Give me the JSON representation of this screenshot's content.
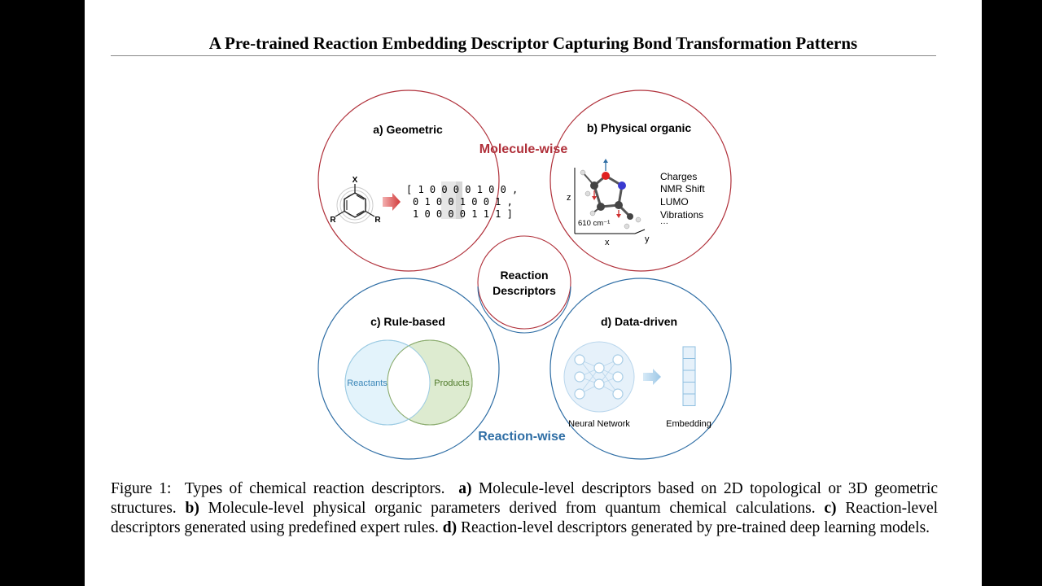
{
  "paper": {
    "title": "A Pre-trained Reaction Embedding Descriptor Capturing Bond Transformation Patterns"
  },
  "figure": {
    "molecule_wise": "Molecule-wise",
    "reaction_wise": "Reaction-wise",
    "center_line1": "Reaction",
    "center_line2": "Descriptors",
    "panel_a": {
      "title": "a) Geometric",
      "atom_x": "X",
      "atom_r1": "R",
      "atom_r2": "R",
      "fingerprint_rows": [
        "[ 1 0 0 0 0 1 0 0 ,",
        "0 1 0 0 1 0 0 1 ,",
        "1 0 0 0 0 1 1 1 ]"
      ]
    },
    "panel_b": {
      "title": "b) Physical organic",
      "properties": [
        "Charges",
        "NMR Shift",
        "LUMO",
        "Vibrations",
        "···"
      ],
      "axis_z": "z",
      "axis_x": "x",
      "axis_y": "y",
      "frequency": "610 cm⁻¹"
    },
    "panel_c": {
      "title": "c) Rule-based",
      "reactants": "Reactants",
      "products": "Products"
    },
    "panel_d": {
      "title": "d) Data-driven",
      "neural_network": "Neural Network",
      "embedding": "Embedding"
    },
    "colors": {
      "molecule_red": "#b0303a",
      "reaction_blue": "#2f6ea5",
      "reactants_fill": "#e3f3fb",
      "products_fill": "#d7e7c8"
    }
  },
  "caption": {
    "figure_label": "Figure 1:",
    "intro": "Types of chemical reaction descriptors.",
    "a_label": "a)",
    "a_text": "Molecule-level descriptors based on 2D topological or 3D geometric structures.",
    "b_label": "b)",
    "b_text": "Molecule-level physical organic parameters derived from quantum chemical calculations.",
    "c_label": "c)",
    "c_text": "Reaction-level descriptors generated using predefined expert rules.",
    "d_label": "d)",
    "d_text": "Reaction-level descriptors generated by pre-trained deep learning models."
  }
}
